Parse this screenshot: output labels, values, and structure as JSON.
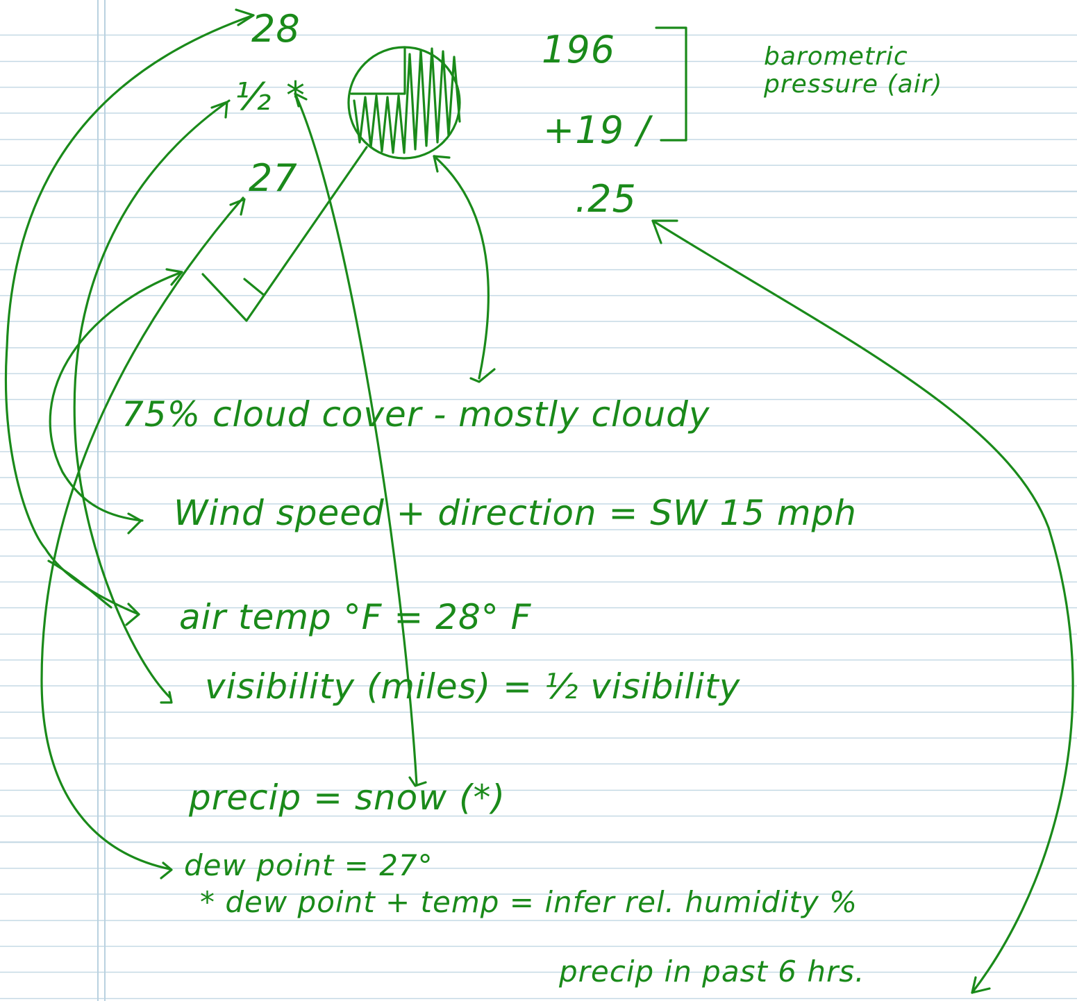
{
  "station_model": {
    "temperature": "28",
    "visibility": "½",
    "weather_symbol": "*",
    "dew_point": "27",
    "pressure": "196",
    "pressure_change": "+19 /",
    "precip_amount": ".25",
    "pressure_note": "barometric pressure (air)"
  },
  "notes": {
    "cloud_cover": "75% cloud cover - mostly cloudy",
    "wind": "Wind speed + direction = SW 15 mph",
    "air_temp": "air temp °F = 28° F",
    "visibility": "visibility (miles) = ½ visibility",
    "precip": "precip = snow (*)",
    "dew_point": "dew point = 27°",
    "humidity": "* dew point + temp = infer rel. humidity %",
    "precip_past": "precip in past 6 hrs."
  },
  "ink_color": "#1a8a1a",
  "line_color": "#c3d8e4"
}
